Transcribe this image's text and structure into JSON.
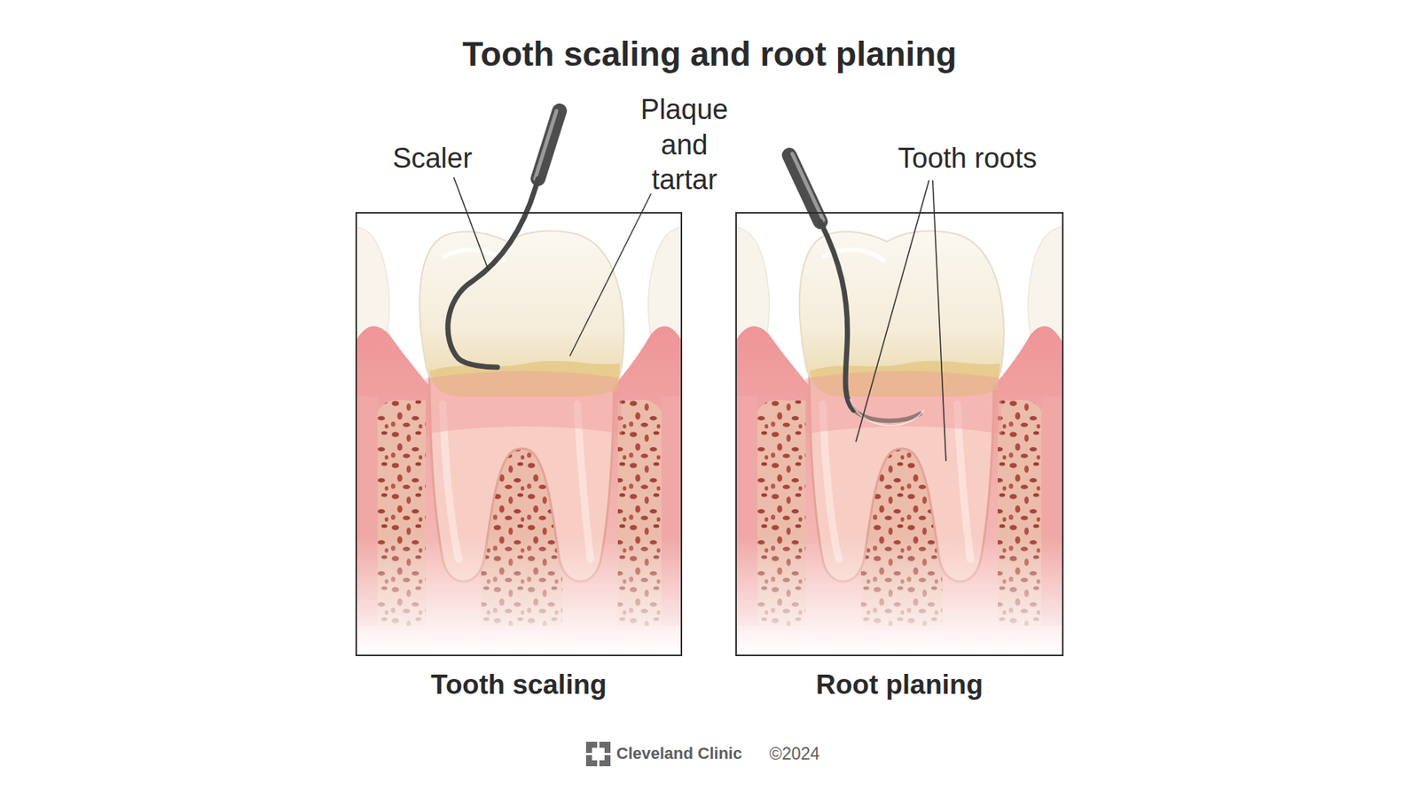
{
  "diagram": {
    "title": "Tooth scaling and root planing",
    "nodes": [
      {
        "text": [
          "Tooth scaling"
        ]
      },
      {
        "text": [
          "Root planing"
        ]
      }
    ],
    "labels": [
      "Scaler",
      "Plaque and tartar",
      "Tooth roots",
      "Cleveland Clinic",
      "©2024"
    ]
  }
}
